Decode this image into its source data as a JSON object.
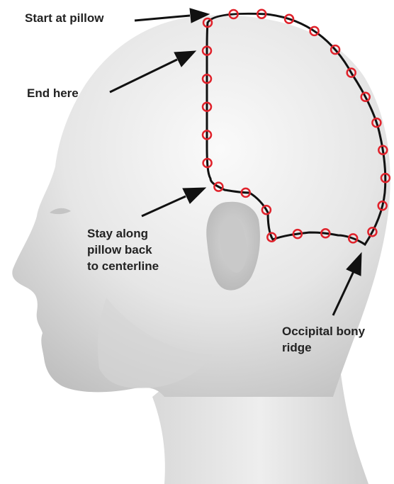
{
  "labels": {
    "start": "Start at pillow",
    "end": "End here",
    "stay": [
      "Stay along",
      "pillow back",
      "to centerline"
    ],
    "occipital": [
      "Occipital bony",
      "ridge"
    ]
  },
  "colors": {
    "path_line": "#111111",
    "marker_ring": "#e0222b",
    "label_text": "#222222",
    "arrow": "#111111",
    "skin_light": "#f1f1f1",
    "skin_shadow": "#c6c6c6"
  },
  "icons": {
    "marker": "red-ring-icon",
    "arrow": "arrow-icon"
  },
  "marker_count": 25
}
